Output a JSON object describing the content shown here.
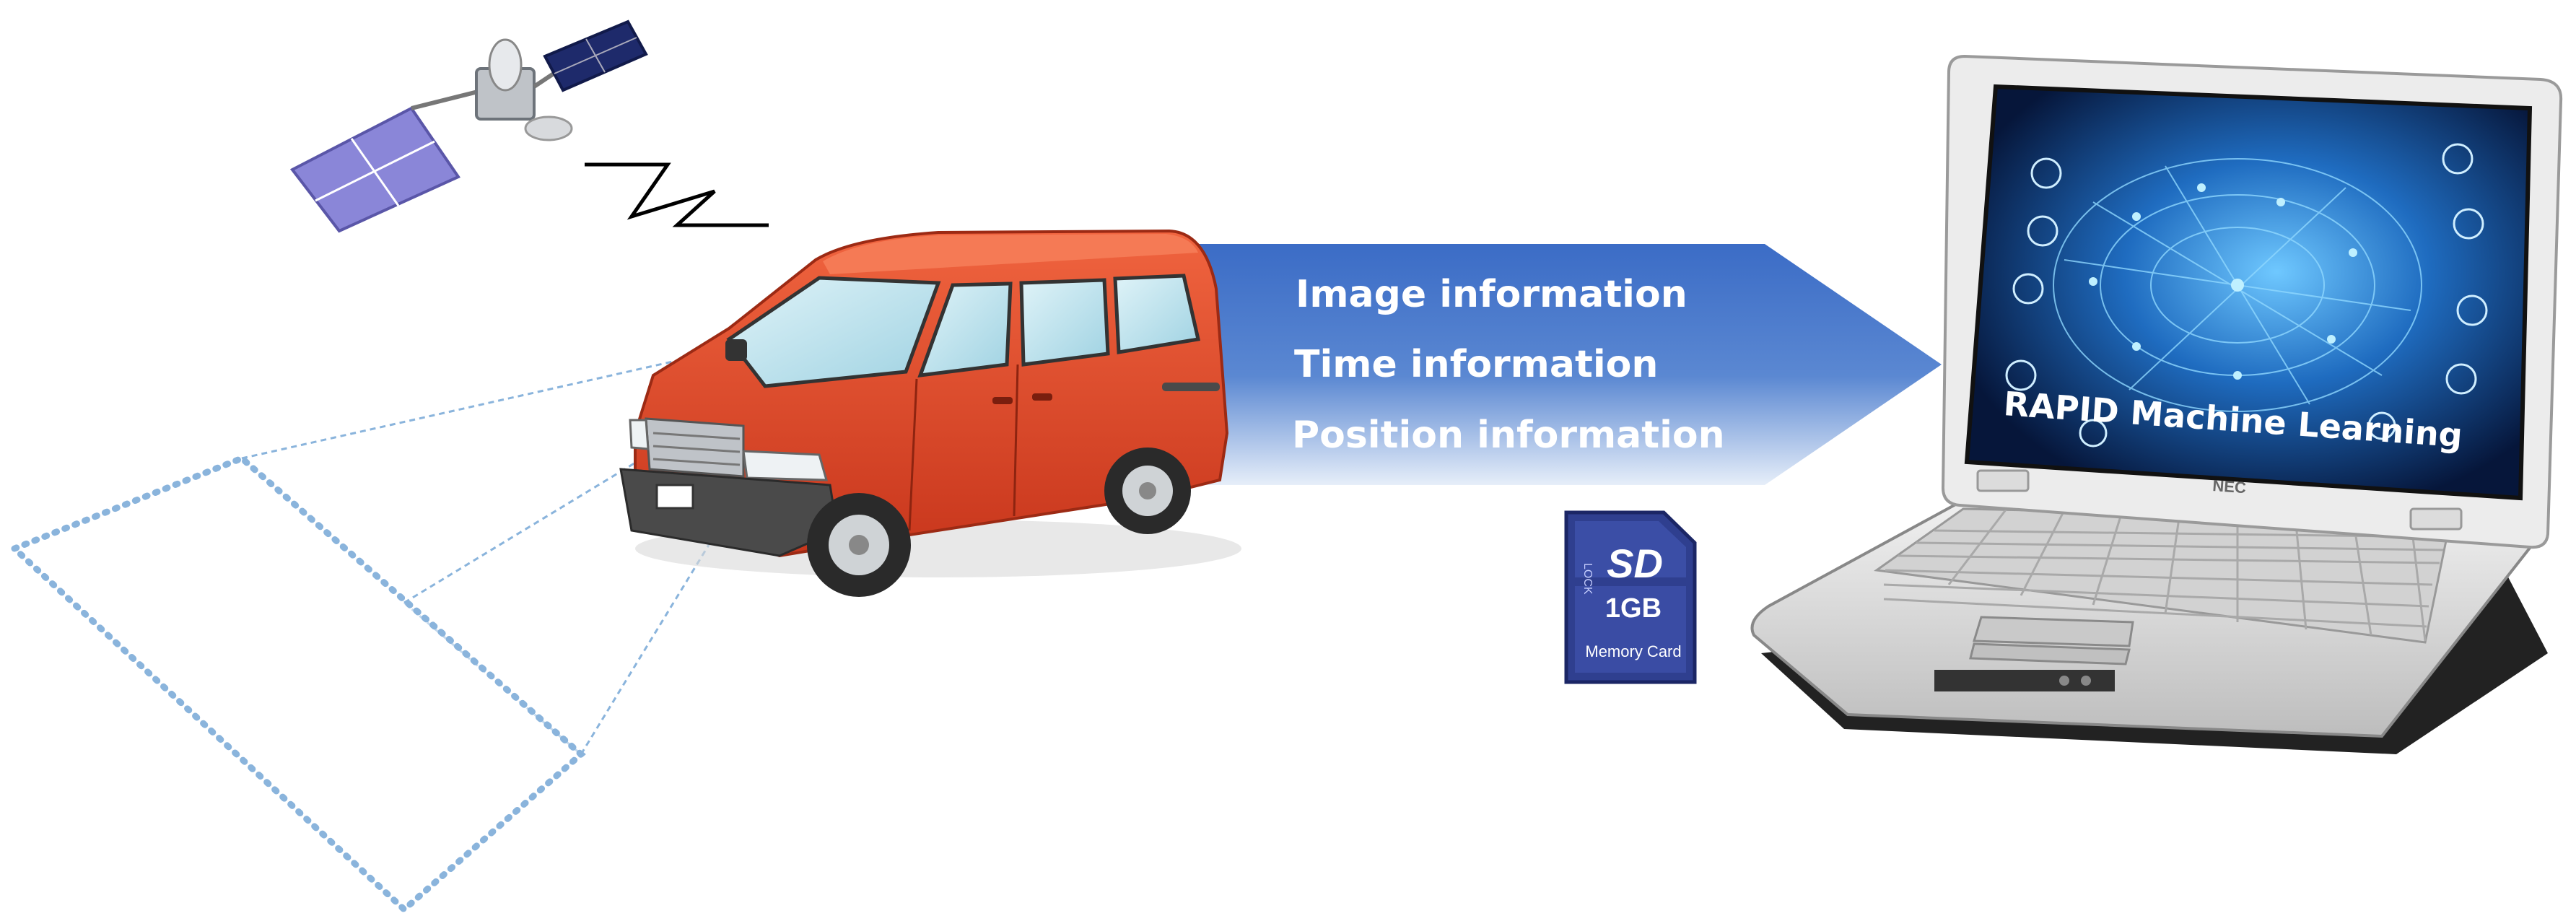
{
  "arrow": {
    "lines": [
      "Image information",
      "Time information",
      "Position information"
    ],
    "color_top": "#3f6fc6",
    "color_bottom": "#e3ecf8",
    "text_color": "#ffffff"
  },
  "sd_card": {
    "logo": "SD",
    "lock_label": "LOCK",
    "capacity": "1GB",
    "caption": "Memory Card",
    "color": "#2f3f8f"
  },
  "laptop": {
    "brand": "NEC",
    "screen_title": "RAPID Machine Learning"
  },
  "van": {
    "color": "#e24a2a"
  },
  "camera_field": {
    "color": "#8ab4dc"
  }
}
